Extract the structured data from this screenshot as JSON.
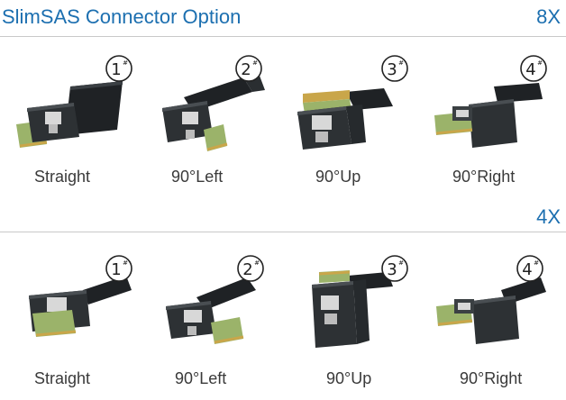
{
  "title": "SlimSAS Connector Option",
  "sections": [
    {
      "size": "8X",
      "items": [
        {
          "number": "1",
          "label": "Straight",
          "icon": "straight-connector-icon"
        },
        {
          "number": "2",
          "label": "90°Left",
          "icon": "left-angle-connector-icon"
        },
        {
          "number": "3",
          "label": "90°Up",
          "icon": "up-angle-connector-icon"
        },
        {
          "number": "4",
          "label": "90°Right",
          "icon": "right-angle-connector-icon"
        }
      ]
    },
    {
      "size": "4X",
      "items": [
        {
          "number": "1",
          "label": "Straight",
          "icon": "straight-connector-icon"
        },
        {
          "number": "2",
          "label": "90°Left",
          "icon": "left-angle-connector-icon"
        },
        {
          "number": "3",
          "label": "90°Up",
          "icon": "up-angle-connector-icon"
        },
        {
          "number": "4",
          "label": "90°Right",
          "icon": "right-angle-connector-icon"
        }
      ]
    }
  ],
  "badge_mark": "#",
  "colors": {
    "accent": "#1c6fb0",
    "connector": "#2d3134",
    "cable": "#1f2225",
    "pcb": "#9bb36a",
    "gold": "#c9a64a"
  }
}
